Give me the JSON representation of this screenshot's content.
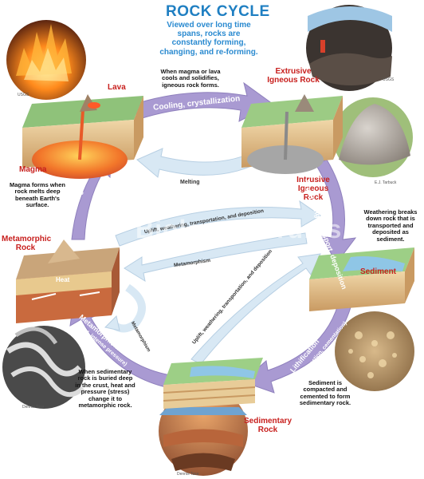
{
  "header": {
    "title": "ROCK CYCLE",
    "subtitle": "Viewed over long time spans, rocks are constantly forming, changing, and re-forming."
  },
  "labels": {
    "lava": "Lava",
    "magma": "Magma",
    "extrusive": "Extrusive Igneous Rock",
    "intrusive": "Intrusive Igneous Rock",
    "metamorphic": "Metamorphic Rock",
    "heat": "Heat",
    "sediment": "Sediment",
    "sedimentary": "Sedimentary Rock"
  },
  "processes": {
    "cooling": "Cooling, crystallization",
    "melting_top": "Melting",
    "melting_left": "Melting",
    "weathering": "Weathering, transport, deposition",
    "uplift_upper": "Uplift, weathering, transportation, and deposition",
    "metamorphism_upper": "Metamorphism",
    "metamorphism_small": "Metamorphism",
    "uplift_lower": "Uplift, weathering, transportation, and deposition",
    "lithification": "Lithification",
    "lithification_sub": "(compaction, cementation)",
    "metamorphism_main": "Metamorphism",
    "metamorphism_main_sub": "(heat, intense pressure)"
  },
  "descriptions": {
    "cooling": "When magma or lava cools and solidifies, igneous rock forms.",
    "magma": "Magma forms when rock melts deep beneath Earth's surface.",
    "weathering": "Weathering breaks down rock that is transported and deposited as sediment.",
    "sediment": "Sediment is compacted and cemented to form sedimentary rock.",
    "metamorphic": "When sedimentary rock is buried deep in the crust, heat and pressure (stress) change it to metamorphic rock."
  },
  "credits": {
    "usgs_left": "USGS",
    "usgs_right": "USGS",
    "tarbuck": "E.J. Tarbuck",
    "dennis_left": "Dennis Tasa",
    "dennis_bottom": "Dennis Tasa"
  },
  "watermark": "Biology-Forums",
  "colors": {
    "title": "#1f7fc2",
    "label_red": "#c8201e",
    "arrow_purple": "#a99ad2",
    "arrow_light_blue": "#d8e8f4"
  }
}
